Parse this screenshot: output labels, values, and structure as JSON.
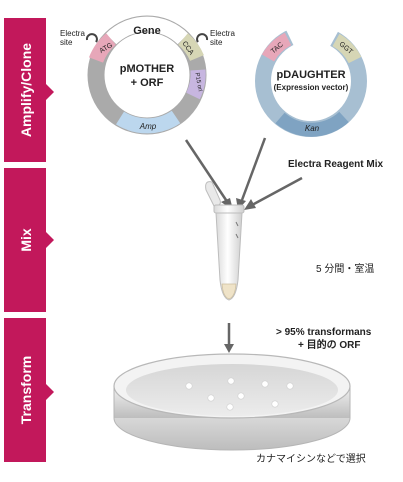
{
  "steps": {
    "amplify": "Amplify/Clone",
    "mix": "Mix",
    "transform": "Transform"
  },
  "plasmid_mother": {
    "name_line1": "pMOTHER",
    "name_line2": "+ ORF",
    "gene_label": "Gene",
    "seg_atg": "ATG",
    "seg_cca": "CCA",
    "seg_ori": "P15 ori",
    "seg_amp": "Amp",
    "left_site_line1": "Electra",
    "left_site_line2": "site",
    "right_site_line1": "Electra",
    "right_site_line2": "site"
  },
  "plasmid_daughter": {
    "name_line1": "pDAUGHTER",
    "name_line2": "(Expression vector)",
    "seg_tac": "TAC",
    "seg_ggt": "GGT",
    "seg_kan": "Kan"
  },
  "annotations": {
    "reagent_mix": "Electra Reagent Mix",
    "incubation": "5 分間・室温",
    "result_line1": "> 95% transformans",
    "result_line2": "+ 目的の ORF",
    "selection": "カナマイシンなどで選択"
  },
  "colors": {
    "step_band": "#c2185b",
    "ring_grey": "#a9a9a9",
    "ring_blue": "#9fb8cc",
    "seg_pink": "#e7a7b9",
    "seg_lavender": "#c7b6e0",
    "seg_light_blue": "#bcd7ee",
    "seg_steel_blue": "#8eb0cc",
    "seg_olive": "#d6d6b5"
  }
}
